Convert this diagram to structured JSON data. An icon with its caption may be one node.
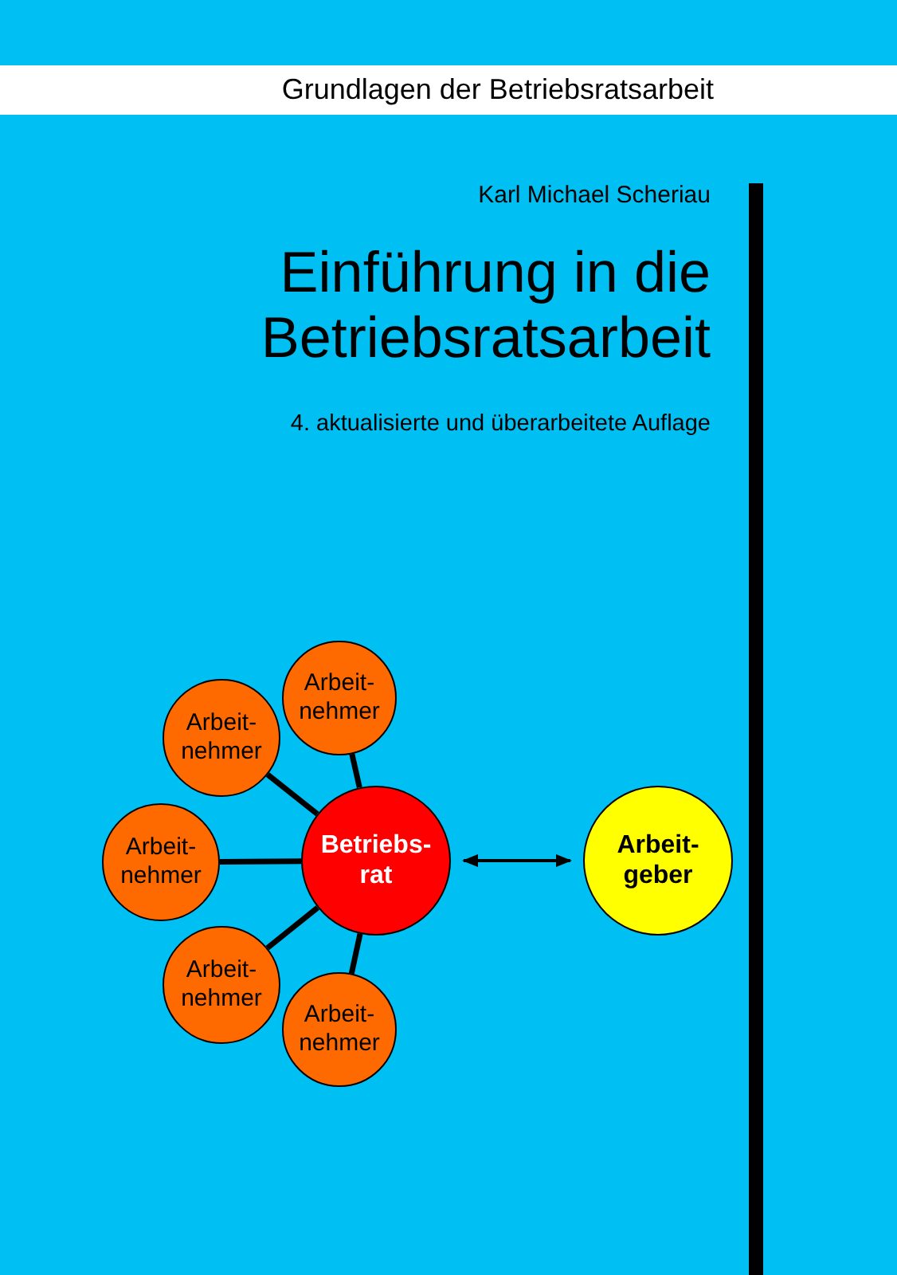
{
  "diagram": {
    "title": "Einführung in die Betriebsratsarbeit",
    "nodes": [
      {
        "text": [
          "Arbeit- nehmer"
        ]
      },
      {
        "text": [
          "Arbeit- nehmer"
        ]
      },
      {
        "text": [
          "Arbeit- nehmer"
        ]
      },
      {
        "text": [
          "Betriebs- rat"
        ]
      },
      {
        "text": [
          "Arbeit- geber"
        ]
      },
      {
        "text": [
          "Arbeit- nehmer"
        ]
      },
      {
        "text": [
          "Arbeit- nehmer"
        ]
      }
    ],
    "edges": [
      {
        "from": 3,
        "to": 0,
        "arrow": "none"
      },
      {
        "from": 3,
        "to": 1,
        "arrow": "none"
      },
      {
        "from": 3,
        "to": 2,
        "arrow": "none"
      },
      {
        "from": 3,
        "to": 4,
        "arrow": "both"
      },
      {
        "from": 3,
        "to": 5,
        "arrow": "none"
      },
      {
        "from": 3,
        "to": 6,
        "arrow": "none"
      }
    ],
    "labels": [
      "Grundlagen der Betriebsratsarbeit",
      "Karl Michael Scheriau",
      "4. aktualisierte und überarbeitete Auflage"
    ]
  }
}
